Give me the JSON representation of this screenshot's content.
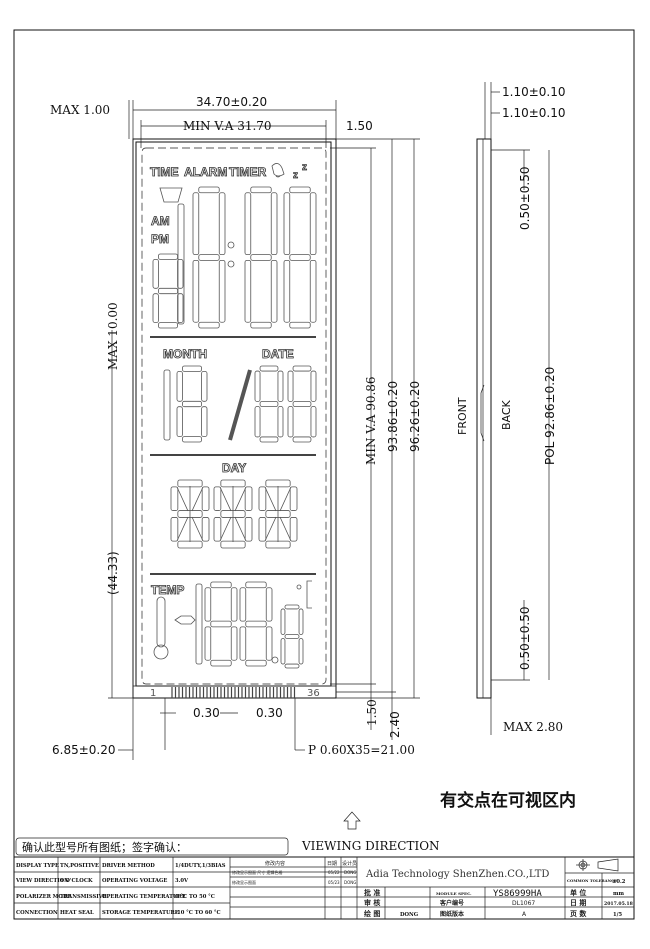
{
  "dimensions": {
    "max_1_00": "MAX 1.00",
    "width_34_70": "34.70±0.20",
    "min_va_31_70": "MIN V.A 31.70",
    "right_1_50": "1.50",
    "max_10_00": "MAX 10.00",
    "dim_44_33": "(44.33)",
    "min_va_90_86": "MIN V.A 90.86",
    "h_93_86": "93.86±0.20",
    "h_96_26": "96.26±0.20",
    "pitch_0_30_a": "0.30",
    "pitch_0_30_b": "0.30",
    "bottom_1_50": "1.50",
    "bottom_2_40": "2.40",
    "offset_6_85": "6.85±0.20",
    "pins_pitch": "P 0.60X35=21.00",
    "side_1_10_a": "1.10±0.10",
    "side_1_10_b": "1.10±0.10",
    "side_0_50_top": "0.50±0.50",
    "side_0_50_bottom": "0.50±0.50",
    "pol_92_86": "POL 92.86±0.20",
    "max_2_80": "MAX 2.80"
  },
  "side_view": {
    "front": "FRONT",
    "back": "BACK"
  },
  "lcd": {
    "time": "TIME",
    "alarm": "ALARM",
    "timer": "TIMER",
    "zz": "z",
    "am": "AM",
    "pm": "PM",
    "month": "MONTH",
    "date": "DATE",
    "day": "DAY",
    "temp": "TEMP",
    "pin_first": "1",
    "pin_last": "36"
  },
  "note_visible_area": "有交点在可视区内",
  "viewing_direction": "VIEWING DIRECTION",
  "confirm_box": "确认此型号所有图纸；签字确认：",
  "spec_table": [
    [
      "DISPLAY TYPE",
      "TN,POSITIVE",
      "DRIVER METHOD",
      "1/4DUTY,1/3BIAS"
    ],
    [
      "VIEW DIRECTION",
      "6 O'CLOCK",
      "OPERATING VOLTAGE",
      "3.0V"
    ],
    [
      "POLARIZER MODE",
      "TRANSMISSIVE",
      "OPERATING TEMPERATURE",
      "0 °C TO 50 °C"
    ],
    [
      "CONNECTION",
      "HEAT SEAL",
      "STORAGE TEMPERATURE",
      "-10 °C TO 60 °C"
    ]
  ],
  "revision_table": {
    "headers": [
      "修改内容",
      "日期",
      "设计员"
    ],
    "rows": [
      [
        "修改显示图面 尺寸 逻辑色格",
        "05/22",
        "DONG"
      ],
      [
        "修改显示图面",
        "05/23",
        "DONG"
      ]
    ]
  },
  "title_block": {
    "company": "Adia Technology ShenZhen.CO.,LTD",
    "approve_label": "批 准",
    "review_label": "审 核",
    "drawn_label": "绘 图",
    "drawn_value": "DONG",
    "module_spec_label": "MODULE SPEC.",
    "module_spec_value": "YS86999HA",
    "customer_no_label": "客户编号",
    "customer_no_value": "DL1067",
    "drawing_version_label": "图纸版本",
    "drawing_version_value": "A",
    "common_tolerance_label": "COMMON TOLERANCE",
    "common_tolerance_value": "±0.2",
    "unit_label": "单 位",
    "unit_value": "mm",
    "date_label": "日 期",
    "date_value": "2017.05.18",
    "page_label": "页 数",
    "page_value": "1/5"
  }
}
